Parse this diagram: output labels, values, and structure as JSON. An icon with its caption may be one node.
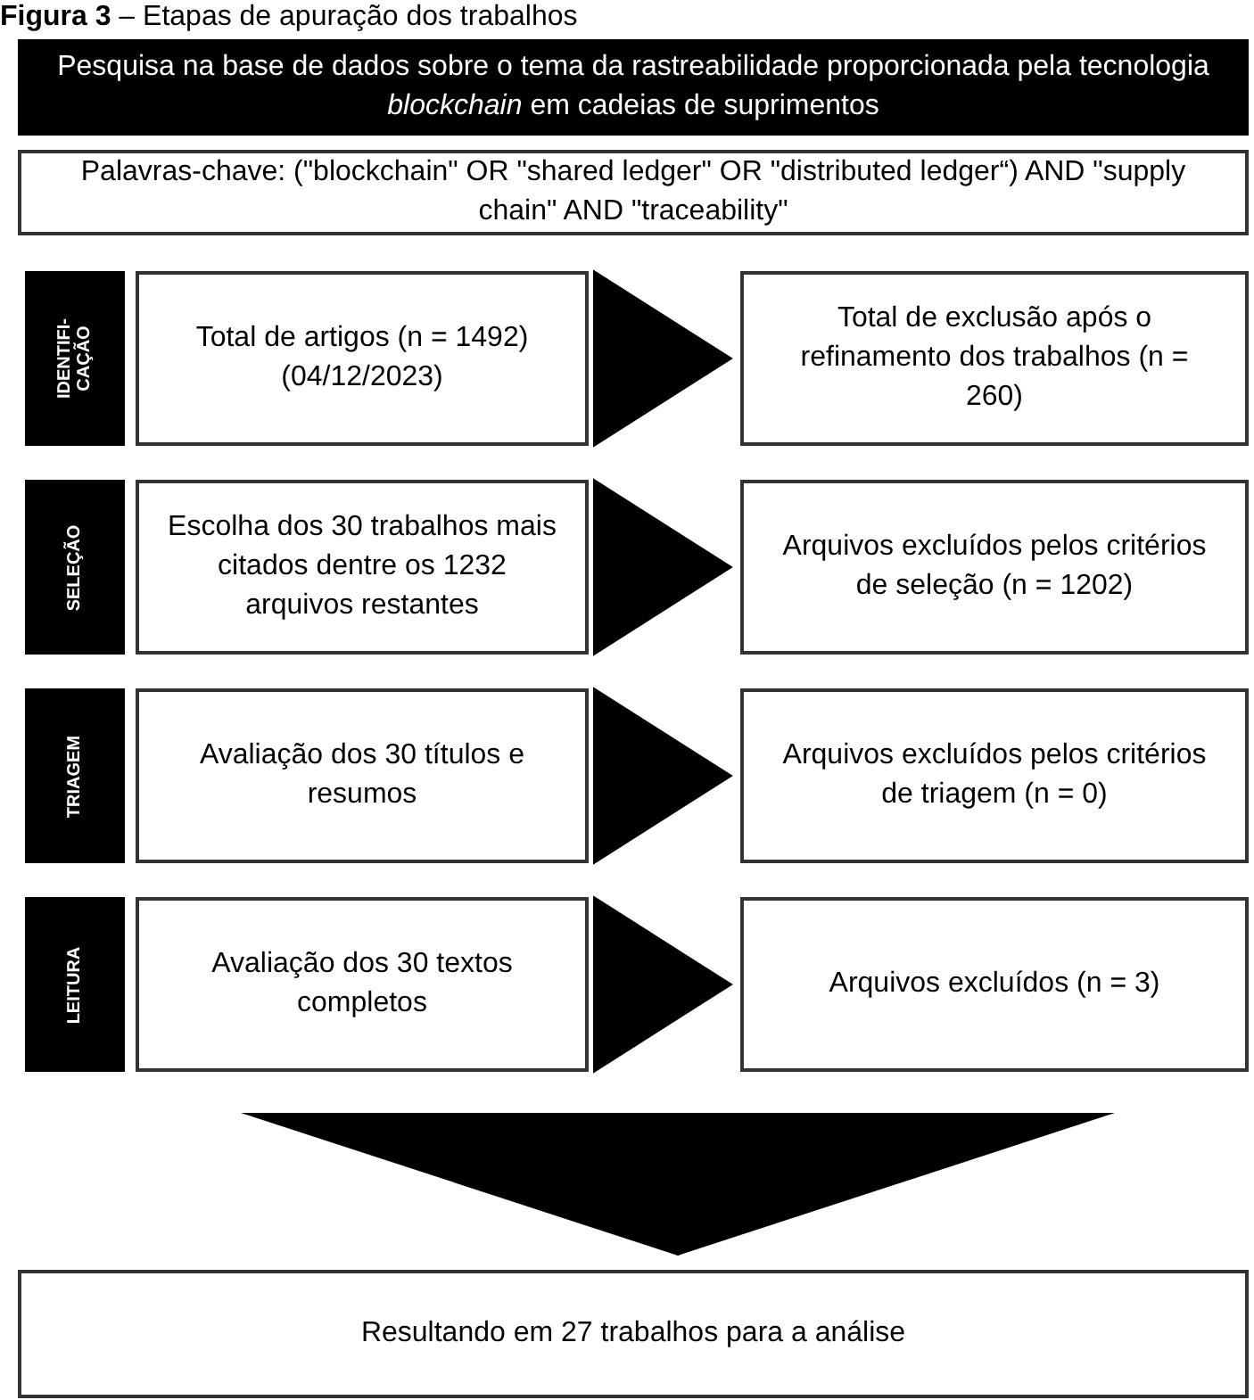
{
  "diagram": {
    "title": "**Figura 3** – Etapas de apuração dos trabalhos",
    "nodes": [
      {
        "text": [
          "Pesquisa na base de dados sobre o tema da rastreabilidade proporcionada pela tecnologia *blockchain* em cadeias de suprimentos"
        ]
      },
      {
        "text": [
          "Palavras-chave: (\"blockchain\" OR \"shared ledger\" OR \"distributed ledger“) AND \"supply chain\" AND \"traceability\""
        ]
      },
      {
        "text": [
          "IDENTIFI- CAÇÃO"
        ]
      },
      {
        "text": [
          "Total de artigos (n = 1492) (04/12/2023)"
        ]
      },
      {
        "text": [
          "Total de exclusão após o refinamento dos trabalhos (n = 260)"
        ]
      },
      {
        "text": [
          "SELEÇÃO"
        ]
      },
      {
        "text": [
          "Escolha dos 30 trabalhos mais citados dentre os 1232 arquivos restantes"
        ]
      },
      {
        "text": [
          "Arquivos excluídos pelos critérios de seleção (n = 1202)"
        ]
      },
      {
        "text": [
          "TRIAGEM"
        ]
      },
      {
        "text": [
          "Avaliação dos 30 títulos e resumos"
        ]
      },
      {
        "text": [
          "Arquivos excluídos pelos critérios de triagem (n = 0)"
        ]
      },
      {
        "text": [
          "LEITURA"
        ]
      },
      {
        "text": [
          "Avaliação dos 30 textos completos"
        ]
      },
      {
        "text": [
          "Arquivos excluídos (n = 3)"
        ]
      },
      {
        "text": [
          "Resultando em 27 trabalhos para a análise"
        ]
      }
    ],
    "edges": [
      {
        "from": 3,
        "to": 4,
        "arrow": "to"
      },
      {
        "from": 6,
        "to": 7,
        "arrow": "to"
      },
      {
        "from": 9,
        "to": 10,
        "arrow": "to"
      },
      {
        "from": 12,
        "to": 13,
        "arrow": "to"
      },
      {
        "from": null,
        "to": 14,
        "arrow": "to"
      }
    ]
  }
}
